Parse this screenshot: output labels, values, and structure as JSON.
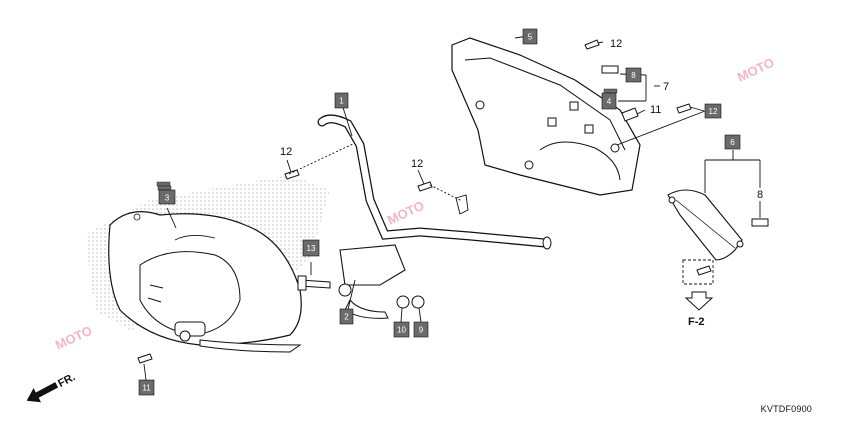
{
  "callout_boxes": [
    "1",
    "2",
    "3",
    "4",
    "5",
    "6",
    "8",
    "9",
    "10",
    "11",
    "13",
    "12"
  ],
  "callout_numbers": [
    "12",
    "12",
    "12",
    "7",
    "11",
    "8"
  ],
  "direction_label": "FR.",
  "reference_label": "F-2",
  "diagram_code": "KVTDF0900",
  "watermark_text": "MOTO",
  "colors": {
    "box_fill": "#6b6b6b",
    "line": "#111111",
    "dot_shade": "#9a9a9a",
    "watermark": "#e57b93"
  }
}
